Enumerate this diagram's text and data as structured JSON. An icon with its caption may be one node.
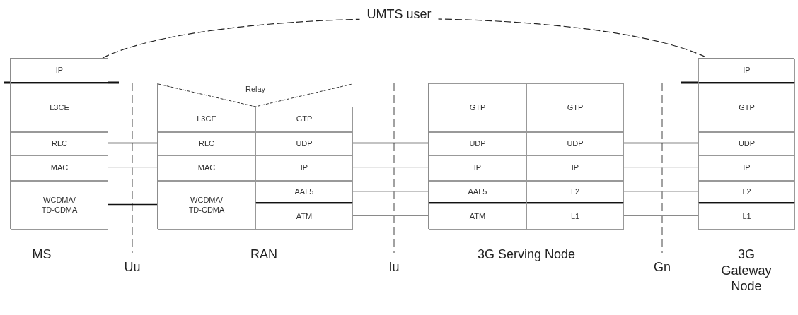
{
  "diagram": {
    "nodes": [
      {
        "text": [
          "MS"
        ]
      },
      {
        "text": [
          "IP"
        ],
        "in": 0
      },
      {
        "text": [
          "L3CE"
        ],
        "in": 0
      },
      {
        "text": [
          "RLC"
        ],
        "in": 0
      },
      {
        "text": [
          "MAC"
        ],
        "in": 0
      },
      {
        "text": [
          "WCDMA/ TD-CDMA"
        ],
        "in": 0
      },
      {
        "text": [
          "RAN"
        ]
      },
      {
        "text": [
          "Relay"
        ],
        "in": 6
      },
      {
        "text": [
          "L3CE"
        ],
        "in": 6
      },
      {
        "text": [
          "GTP"
        ],
        "in": 6
      },
      {
        "text": [
          "RLC"
        ],
        "in": 6
      },
      {
        "text": [
          "UDP"
        ],
        "in": 6
      },
      {
        "text": [
          "MAC"
        ],
        "in": 6
      },
      {
        "text": [
          "IP"
        ],
        "in": 6
      },
      {
        "text": [
          "WCDMA/ TD-CDMA"
        ],
        "in": 6
      },
      {
        "text": [
          "AAL5"
        ],
        "in": 6
      },
      {
        "text": [
          "ATM"
        ],
        "in": 6
      },
      {
        "text": [
          "3G Serving Node"
        ]
      },
      {
        "text": [
          "GTP"
        ],
        "in": 17
      },
      {
        "text": [
          "GTP"
        ],
        "in": 17
      },
      {
        "text": [
          "UDP"
        ],
        "in": 17
      },
      {
        "text": [
          "UDP"
        ],
        "in": 17
      },
      {
        "text": [
          "IP"
        ],
        "in": 17
      },
      {
        "text": [
          "IP"
        ],
        "in": 17
      },
      {
        "text": [
          "AAL5"
        ],
        "in": 17
      },
      {
        "text": [
          "L2"
        ],
        "in": 17
      },
      {
        "text": [
          "ATM"
        ],
        "in": 17
      },
      {
        "text": [
          "L1"
        ],
        "in": 17
      },
      {
        "text": [
          "3G Gateway Node"
        ]
      },
      {
        "text": [
          "IP"
        ],
        "in": 28
      },
      {
        "text": [
          "GTP"
        ],
        "in": 28
      },
      {
        "text": [
          "UDP"
        ],
        "in": 28
      },
      {
        "text": [
          "IP"
        ],
        "in": 28
      },
      {
        "text": [
          "L2"
        ],
        "in": 28
      },
      {
        "text": [
          "L1"
        ],
        "in": 28
      }
    ],
    "edges": [
      {
        "from": 1,
        "to": 29,
        "arrow": "none",
        "label": "UMTS user",
        "style": "dashed",
        "color": "#222222"
      },
      {
        "from": 2,
        "to": 8,
        "arrow": "none"
      },
      {
        "from": 3,
        "to": 10,
        "arrow": "none",
        "color": "#111111"
      },
      {
        "from": 4,
        "to": 12,
        "arrow": "none",
        "color": "#d0d0d0"
      },
      {
        "from": 5,
        "to": 14,
        "arrow": "none",
        "color": "#111111"
      },
      {
        "from": 9,
        "to": 18,
        "arrow": "none"
      },
      {
        "from": 11,
        "to": 20,
        "arrow": "none",
        "color": "#111111"
      },
      {
        "from": 13,
        "to": 22,
        "arrow": "none",
        "color": "#d0d0d0"
      },
      {
        "from": 15,
        "to": 24,
        "arrow": "none"
      },
      {
        "from": 16,
        "to": 26,
        "arrow": "none"
      },
      {
        "from": 19,
        "to": 30,
        "arrow": "none"
      },
      {
        "from": 21,
        "to": 31,
        "arrow": "none",
        "color": "#111111"
      },
      {
        "from": 23,
        "to": 32,
        "arrow": "none",
        "color": "#d0d0d0"
      },
      {
        "from": 25,
        "to": 33,
        "arrow": "none"
      },
      {
        "from": 27,
        "to": 34,
        "arrow": "none"
      }
    ],
    "labels": [
      "Uu",
      "Iu",
      "Gn"
    ]
  }
}
